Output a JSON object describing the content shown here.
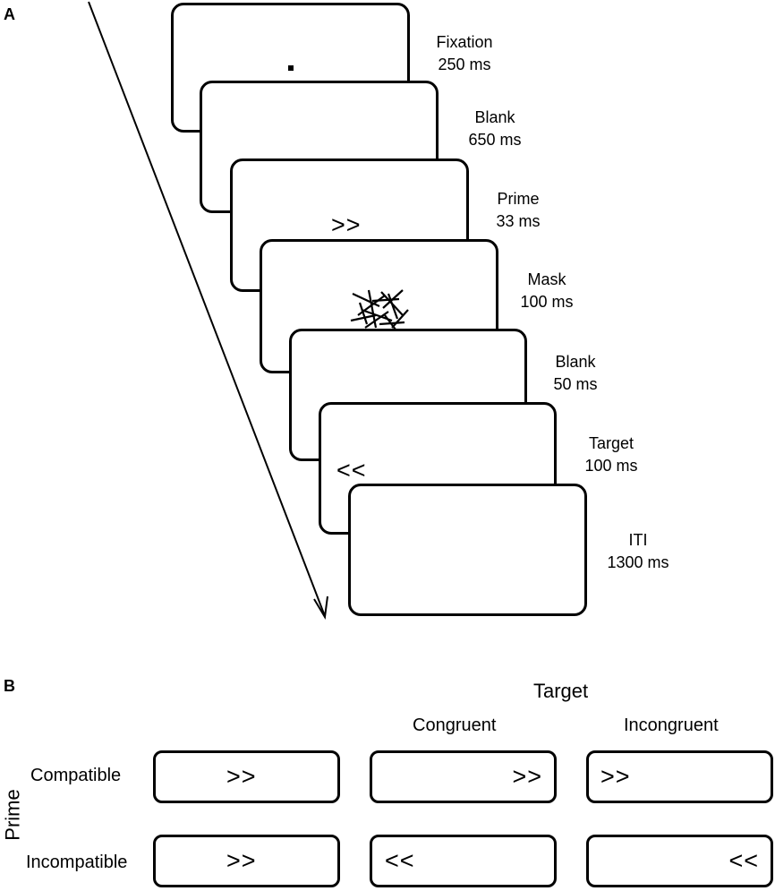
{
  "panel_a": {
    "letter": "A",
    "frames": [
      {
        "label_line1": "Fixation",
        "label_line2": "250 ms",
        "content": "fixation-dot"
      },
      {
        "label_line1": "Blank",
        "label_line2": "650 ms",
        "content": ""
      },
      {
        "label_line1": "Prime",
        "label_line2": "33 ms",
        "content": ">>"
      },
      {
        "label_line1": "Mask",
        "label_line2": "100 ms",
        "content": "mask"
      },
      {
        "label_line1": "Blank",
        "label_line2": "50 ms",
        "content": ""
      },
      {
        "label_line1": "Target",
        "label_line2": "100 ms",
        "content": "<<"
      },
      {
        "label_line1": "ITI",
        "label_line2": "1300 ms",
        "content": ""
      }
    ]
  },
  "panel_b": {
    "letter": "B",
    "target_header": "Target",
    "column_headers": {
      "congruent": "Congruent",
      "incongruent": "Incongruent"
    },
    "prime_axis_label": "Prime",
    "rows": [
      {
        "label": "Compatible",
        "cells": [
          ">>",
          ">>",
          ">>"
        ]
      },
      {
        "label": "Incompatible",
        "cells": [
          ">>",
          "<<",
          "<<"
        ]
      }
    ]
  }
}
